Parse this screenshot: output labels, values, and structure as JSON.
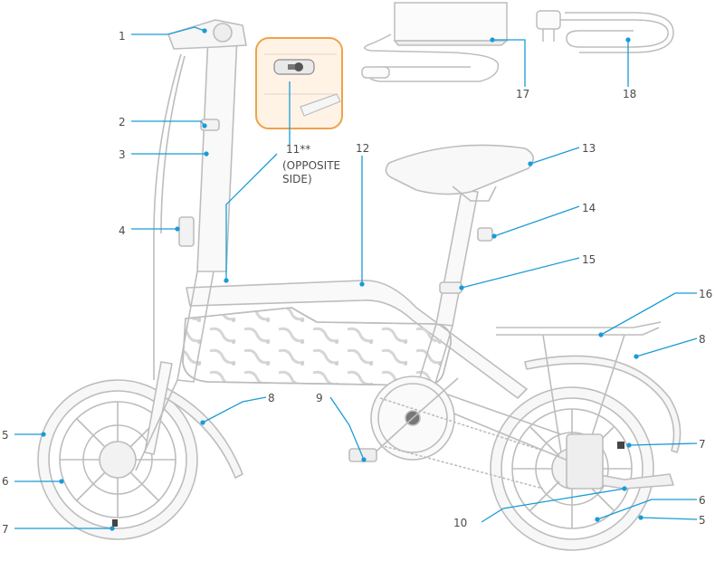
{
  "callouts": [
    {
      "id": "c1",
      "text": "1"
    },
    {
      "id": "c2",
      "text": "2"
    },
    {
      "id": "c3",
      "text": "3"
    },
    {
      "id": "c4",
      "text": "4"
    },
    {
      "id": "c5l",
      "text": "5"
    },
    {
      "id": "c6l",
      "text": "6"
    },
    {
      "id": "c7l",
      "text": "7"
    },
    {
      "id": "c8f",
      "text": "8"
    },
    {
      "id": "c9",
      "text": "9"
    },
    {
      "id": "c10",
      "text": "10"
    },
    {
      "id": "c11",
      "text": "11**"
    },
    {
      "id": "c12",
      "text": "12"
    },
    {
      "id": "c13",
      "text": "13"
    },
    {
      "id": "c14",
      "text": "14"
    },
    {
      "id": "c15",
      "text": "15"
    },
    {
      "id": "c16",
      "text": "16"
    },
    {
      "id": "c8r",
      "text": "8"
    },
    {
      "id": "c7r",
      "text": "7"
    },
    {
      "id": "c6r",
      "text": "6"
    },
    {
      "id": "c5r",
      "text": "5"
    },
    {
      "id": "c17",
      "text": "17"
    },
    {
      "id": "c18",
      "text": "18"
    }
  ],
  "note_11": "(OPPOSITE\nSIDE)",
  "colors": {
    "leader": "#1a9bd7",
    "inset_border": "#f0a24a",
    "inset_fill": "#fff3e6",
    "outline": "#bdbdbd",
    "label_text": "#4b4b4b"
  }
}
